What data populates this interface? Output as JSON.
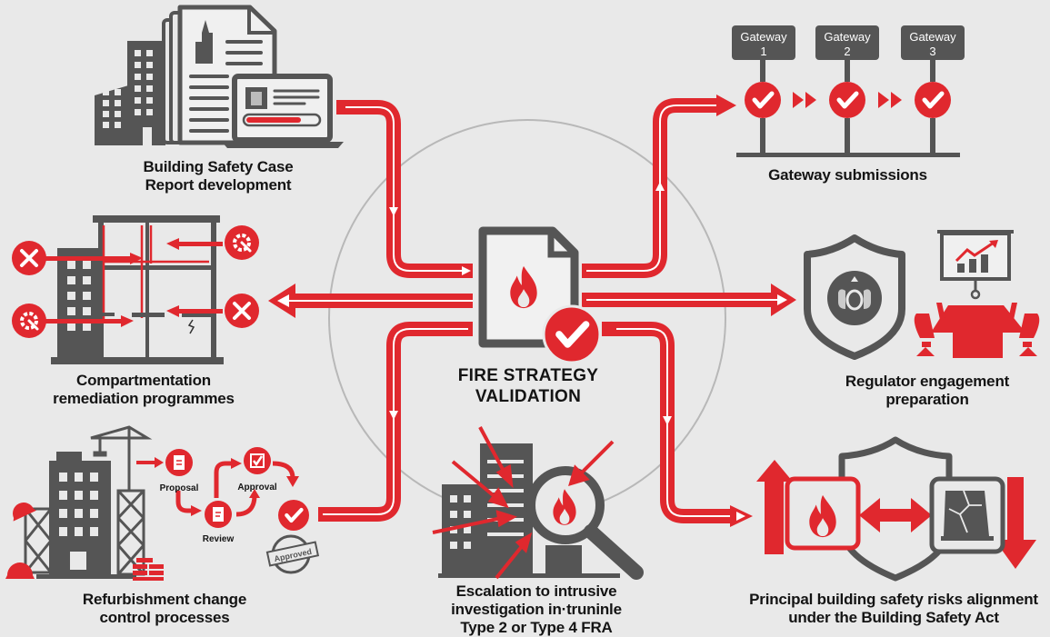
{
  "colors": {
    "background": "#e9e9e9",
    "accent_red": "#e0282e",
    "dark_grey": "#555555",
    "outline_grey": "#b8b8b8",
    "text": "#141414",
    "white": "#ffffff"
  },
  "center": {
    "title_line1": "FIRE STRATEGY",
    "title_line2": "VALIDATION",
    "icon": "fire-document-check-icon"
  },
  "nodes": {
    "building_safety_case": {
      "line1": "Building Safety Case",
      "line2": "Report development",
      "icons": [
        "buildings-icon",
        "document-icon",
        "laptop-icon",
        "progress-bar-icon"
      ]
    },
    "compartmentation": {
      "line1": "Compartmentation",
      "line2": "remediation programmes",
      "icons": [
        "floorplan-icon",
        "tools-icon",
        "gear-wrench-icon"
      ]
    },
    "refurbishment": {
      "line1": "Refurbishment change",
      "line2": "control processes",
      "icons": [
        "construction-building-icon",
        "crane-icon",
        "hard-hat-icon",
        "bricks-icon"
      ],
      "steps": [
        "Proposal",
        "Review",
        "Approval"
      ],
      "stamp": "Approved"
    },
    "escalation": {
      "line1": "Escalation to intrusive",
      "line2": "investigation in·truninle",
      "line3": "Type 2 or Type 4 FRA",
      "icons": [
        "building-icon",
        "magnifier-fire-icon"
      ]
    },
    "gateway": {
      "title": "Gateway submissions",
      "gateways": [
        {
          "label_line1": "Gateway",
          "label_line2": "1"
        },
        {
          "label_line1": "Gateway",
          "label_line2": "2"
        },
        {
          "label_line1": "Gateway",
          "label_line2": "3"
        }
      ]
    },
    "regulator": {
      "line1": "Regulator engagement",
      "line2": "preparation",
      "icons": [
        "crest-shield-icon",
        "presentation-chart-icon",
        "meeting-table-icon"
      ]
    },
    "principal_risks": {
      "line1": "Principal building safety risks alignment",
      "line2": "under the Building Safety Act",
      "icons": [
        "shield-icon",
        "fire-icon",
        "structural-damage-icon",
        "double-arrow-icon"
      ]
    }
  }
}
